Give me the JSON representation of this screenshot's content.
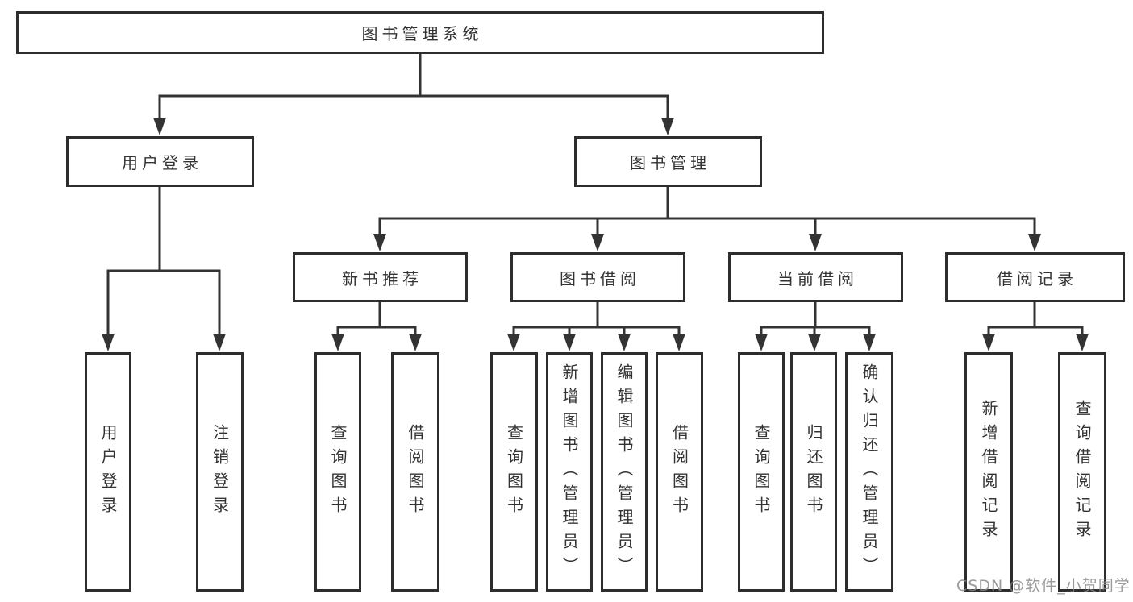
{
  "diagram": {
    "title": "图书管理系统",
    "type": "tree-structure-chart"
  },
  "nodes": {
    "root": {
      "label": "图书管理系统"
    },
    "level2": [
      {
        "label": "用户登录"
      },
      {
        "label": "图书管理"
      }
    ],
    "level3": [
      {
        "label": "新书推荐"
      },
      {
        "label": "图书借阅"
      },
      {
        "label": "当前借阅"
      },
      {
        "label": "借阅记录"
      }
    ],
    "leaves": {
      "user_login": [
        {
          "label": "用户登录"
        },
        {
          "label": "注销登录"
        }
      ],
      "new_book": [
        {
          "label": "查询图书"
        },
        {
          "label": "借阅图书"
        }
      ],
      "book_borrow": [
        {
          "label": "查询图书"
        },
        {
          "label": "新增图书（管理员）"
        },
        {
          "label": "编辑图书（管理员）"
        },
        {
          "label": "借阅图书"
        }
      ],
      "current_borrow": [
        {
          "label": "查询图书"
        },
        {
          "label": "归还图书"
        },
        {
          "label": "确认归还（管理员）"
        }
      ],
      "borrow_record": [
        {
          "label": "新增借阅记录"
        },
        {
          "label": "查询借阅记录"
        }
      ]
    }
  },
  "watermark": {
    "text": "CSDN @软件_小贺同学"
  },
  "colors": {
    "background": "#ffffff",
    "line": "#333333",
    "box_border": "#2d2d2d",
    "text": "#333333",
    "watermark": "#8a8a8a"
  }
}
